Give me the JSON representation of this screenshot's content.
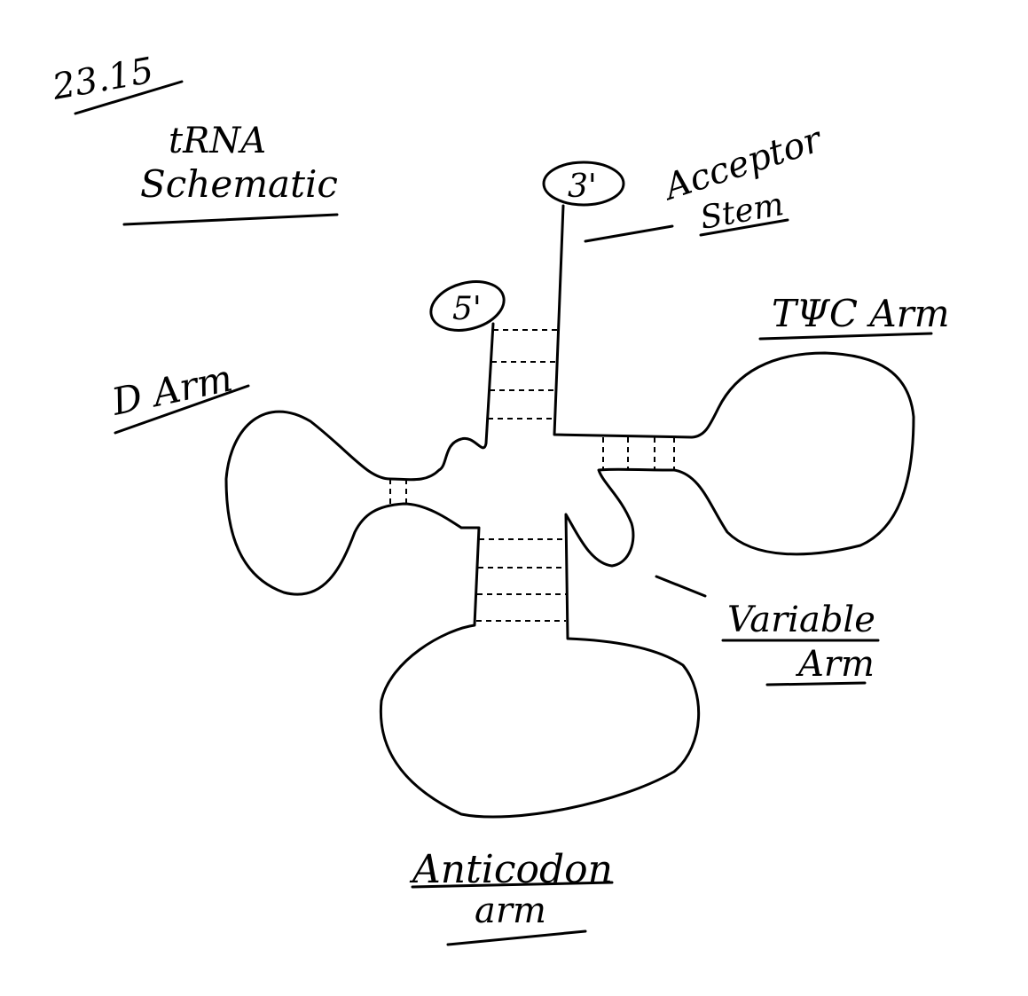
{
  "figure_number": "23.15",
  "title_line1": "tRNA",
  "title_line2": "Schematic",
  "ends": {
    "three_prime": "3'",
    "five_prime": "5'"
  },
  "labels": {
    "acceptor_line1": "Acceptor",
    "acceptor_line2": "Stem",
    "tpsic_arm": "TΨC Arm",
    "d_arm": "D Arm",
    "variable_line1": "Variable",
    "variable_line2": "Arm",
    "anticodon_line1": "Anticodon",
    "anticodon_line2": "arm"
  }
}
